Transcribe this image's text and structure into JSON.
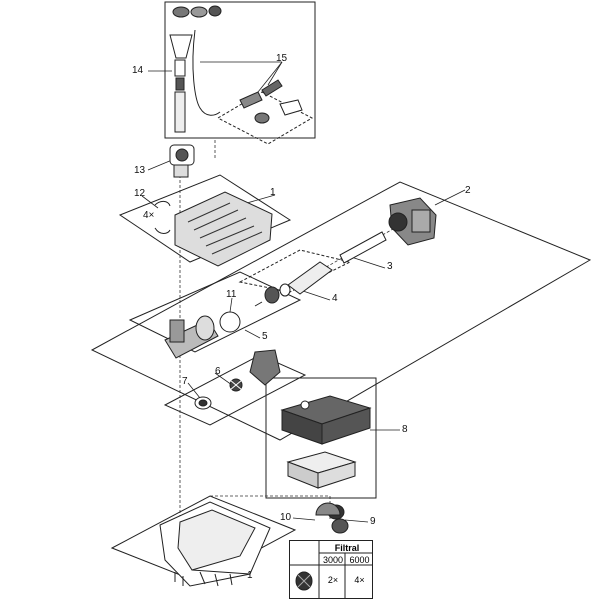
{
  "callouts": {
    "n1_top": "1",
    "n2": "2",
    "n3": "3",
    "n4": "4",
    "n5": "5",
    "n6": "6",
    "n7": "7",
    "n8": "8",
    "n9": "9",
    "n10": "10",
    "n11": "11",
    "n12": "12",
    "n13": "13",
    "n14": "14",
    "n15": "15",
    "n1_bottom": "1"
  },
  "quantity_clip": "4×",
  "table": {
    "header": "Filtral",
    "col1": "3000",
    "col2": "6000",
    "val1": "2×",
    "val2": "4×"
  }
}
